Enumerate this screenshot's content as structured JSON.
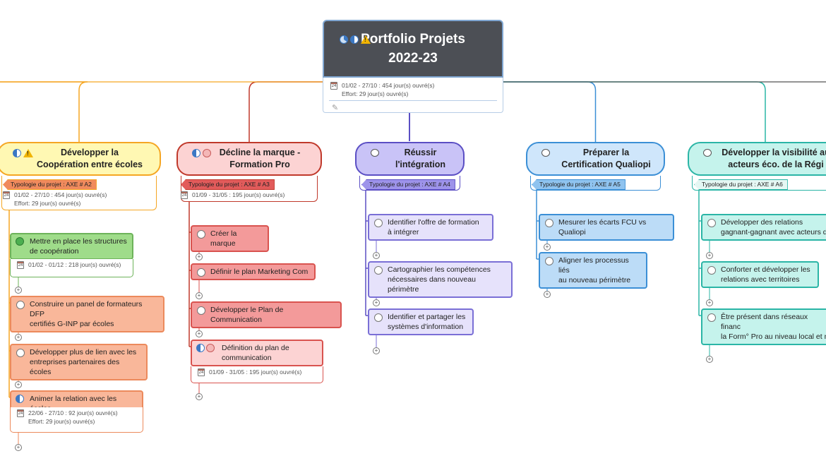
{
  "root": {
    "title": "Portfolio Projets\n2022-23",
    "icons": [
      "pie-chart-icon",
      "progress-icon",
      "warning-icon"
    ],
    "dates": "01/02 - 27/10 : 454 jour(s) ouvré(s)",
    "effort": "Effort: 29 jour(s) ouvré(s)",
    "calendar_day": "24",
    "attachment_icon": "paperclip-icon"
  },
  "topics": [
    {
      "title": "Développer la\nCoopération entre écoles",
      "color": "#f5a623",
      "fill": "#fff8b3",
      "icons": [
        "progress-icon",
        "warning-icon"
      ],
      "typology": "Typologie du projet : AXE # A2",
      "tag_fill": "#f08a5d",
      "dates": "01/02 - 27/10 : 454 jour(s) ouvré(s)",
      "effort": "Effort: 29 jour(s) ouvré(s)",
      "subs": [
        {
          "label": "Mettre en place les structures\nde coopération",
          "fill": "#9fdc8a",
          "border": "#6db35a",
          "icon": "refresh-icon",
          "dates": "01/02 - 01/12 : 218 jour(s) ouvré(s)",
          "effort": ""
        },
        {
          "label": "Construire un panel de formateurs DFP\ncertifiés G-INP par écoles",
          "fill": "#f9b79a",
          "border": "#ec8a5c",
          "icon": "",
          "dates": "",
          "effort": ""
        },
        {
          "label": "Développer plus de lien avec les\nentreprises partenaires des écoles",
          "fill": "#f9b79a",
          "border": "#ec8a5c",
          "icon": "",
          "dates": "",
          "effort": ""
        },
        {
          "label": "Animer la relation avec les écoles",
          "fill": "#f9b79a",
          "border": "#ec8a5c",
          "icon": "progress-icon",
          "dates": "22/06 - 27/10 : 92 jour(s) ouvré(s)",
          "effort": "Effort: 29 jour(s) ouvré(s)"
        }
      ]
    },
    {
      "title": "Décline la marque -\nFormation Pro",
      "color": "#c0392b",
      "fill": "#fcd3d3",
      "icons": [
        "progress-icon",
        "user-icon"
      ],
      "typology": "Typologie du projet : AXE # A3",
      "tag_fill": "#e25b5b",
      "dates": "01/09 - 31/05 : 195 jour(s) ouvré(s)",
      "effort": "",
      "subs": [
        {
          "label": "Créer la marque",
          "fill": "#f39a9a",
          "border": "#d9534f",
          "icon": "",
          "dates": "",
          "effort": ""
        },
        {
          "label": "Définir le plan Marketing Com",
          "fill": "#f39a9a",
          "border": "#d9534f",
          "icon": "",
          "dates": "",
          "effort": ""
        },
        {
          "label": "Développer le Plan de Communication",
          "fill": "#f39a9a",
          "border": "#d9534f",
          "icon": "",
          "dates": "",
          "effort": ""
        },
        {
          "label": "Définition du plan de\ncommunication",
          "fill": "#fcd3d3",
          "border": "#d9534f",
          "icon": "progress-user-icon",
          "dates": "01/09 - 31/05 : 195 jour(s) ouvré(s)",
          "effort": ""
        }
      ]
    },
    {
      "title": "Réussir\nl'intégration",
      "color": "#5b4fc4",
      "fill": "#c9c3f7",
      "icons": [
        "comment-icon"
      ],
      "typology": "Typologie du projet : AXE # A4",
      "tag_fill": "#9d93ea",
      "dates": "",
      "effort": "",
      "subs": [
        {
          "label": "Identifier l'offre de formation\nà intégrer",
          "fill": "#e6e2fb",
          "border": "#7a6fd6",
          "icon": "",
          "dates": "",
          "effort": ""
        },
        {
          "label": "Cartographier les compétences\nnécessaires dans nouveau périmètre",
          "fill": "#e6e2fb",
          "border": "#7a6fd6",
          "icon": "",
          "dates": "",
          "effort": ""
        },
        {
          "label": "Identifier et partager les\nsystèmes d'information",
          "fill": "#e6e2fb",
          "border": "#7a6fd6",
          "icon": "",
          "dates": "",
          "effort": ""
        }
      ]
    },
    {
      "title": "Préparer la\nCertification Qualiopi",
      "color": "#3b8fd6",
      "fill": "#cfe6fb",
      "icons": [
        "comment-icon"
      ],
      "typology": "Typologie du projet : AXE # A5",
      "tag_fill": "#8fc3ef",
      "dates": "",
      "effort": "",
      "subs": [
        {
          "label": "Mesurer les écarts FCU vs Qualiopi",
          "fill": "#bcdcf7",
          "border": "#3b8fd6",
          "icon": "",
          "dates": "",
          "effort": ""
        },
        {
          "label": "Aligner les processus liés\nau nouveau périmètre",
          "fill": "#bcdcf7",
          "border": "#3b8fd6",
          "icon": "",
          "dates": "",
          "effort": ""
        }
      ]
    },
    {
      "title": "Développer la visibilité au\nacteurs éco. de la Régi",
      "color": "#2bb5a6",
      "fill": "#c5f3ec",
      "icons": [
        "comment-icon"
      ],
      "typology": "Typologie du projet : AXE # A6",
      "tag_fill": "#e4f7f3",
      "dates": "",
      "effort": "",
      "subs": [
        {
          "label": "Développer des relations\ngagnant-gagnant avec acteurs d",
          "fill": "#c5f3ec",
          "border": "#2bb5a6",
          "icon": "",
          "dates": "",
          "effort": ""
        },
        {
          "label": "Conforter et développer les\nrelations avec territoires",
          "fill": "#c5f3ec",
          "border": "#2bb5a6",
          "icon": "",
          "dates": "",
          "effort": ""
        },
        {
          "label": "Être présent dans réseaux financ\nla Form° Pro au niveau local et n",
          "fill": "#c5f3ec",
          "border": "#2bb5a6",
          "icon": "",
          "dates": "",
          "effort": ""
        }
      ]
    }
  ]
}
